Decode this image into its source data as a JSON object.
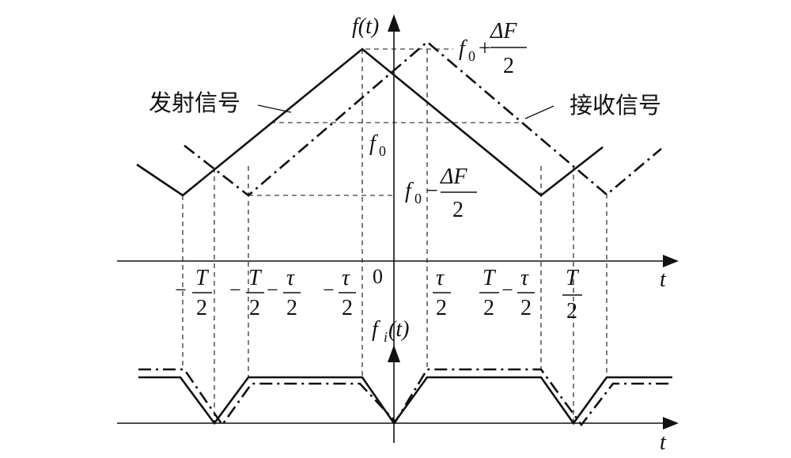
{
  "labels": {
    "tx_signal": "发射信号",
    "rx_signal": "接收信号",
    "f_axis": "f(t)",
    "fi_axis_main": "f",
    "fi_axis_sub": "i",
    "fi_axis_arg": "(t)",
    "t_axis_top": "t",
    "t_axis_bottom": "t",
    "origin": "0",
    "f0": "f",
    "f0_sub": "0",
    "f0_top_plus": "+",
    "f0_bot_minus": "−",
    "deltaF": "ΔF",
    "two": "2"
  },
  "ticks": {
    "minus_T_half": {
      "sign": "−",
      "num": "T",
      "den": "2"
    },
    "minus_T_half_minus_tau_half": {
      "sign": "−",
      "num1": "T",
      "den1": "2",
      "op": "−",
      "num2": "τ",
      "den2": "2"
    },
    "minus_tau_half": {
      "sign": "−",
      "num": "τ",
      "den": "2"
    },
    "tau_half": {
      "num": "τ",
      "den": "2"
    },
    "T_half_minus_tau_half": {
      "num1": "T",
      "den1": "2",
      "op": "−",
      "num2": "τ",
      "den2": "2"
    },
    "T_half": {
      "num": "T",
      "den": "2"
    }
  },
  "colors": {
    "ink": "#111111",
    "background": "#ffffff"
  }
}
